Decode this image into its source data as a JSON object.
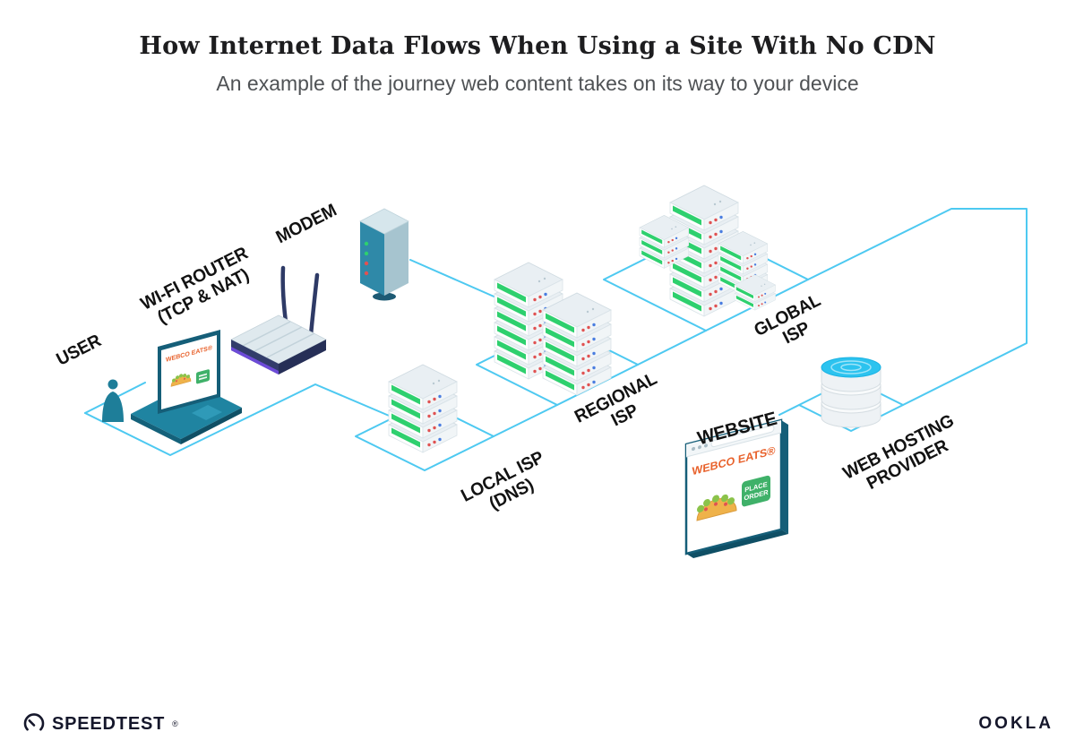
{
  "page": {
    "title": "How Internet Data Flows When Using a Site With No CDN",
    "subtitle": "An example of the journey web content takes on its way to your device"
  },
  "nodes": {
    "user": {
      "label": "USER"
    },
    "wifi_router": {
      "label": "WI-FI ROUTER",
      "sublabel": "(TCP & NAT)"
    },
    "modem": {
      "label": "MODEM"
    },
    "local_isp": {
      "label": "LOCAL ISP",
      "sublabel": "(DNS)"
    },
    "regional_isp": {
      "label": "REGIONAL",
      "sublabel": "ISP"
    },
    "global_isp": {
      "label": "GLOBAL",
      "sublabel": "ISP"
    },
    "website": {
      "label": "WEBSITE"
    },
    "web_hosting": {
      "label": "WEB HOSTING",
      "sublabel": "PROVIDER"
    }
  },
  "screens": {
    "laptop": {
      "brand": "WEBCO EATS®"
    },
    "website": {
      "brand": "WEBCO EATS®",
      "button_line1": "PLACE",
      "button_line2": "ORDER"
    }
  },
  "footer": {
    "speedtest": "SPEEDTEST",
    "speedtest_mark": "®",
    "ookla": "OOKLA"
  },
  "colors": {
    "line": "#4dc9f1",
    "teal": "#1f84a1",
    "green": "#2ed06e",
    "orange": "#e8622c",
    "ink": "#15172b"
  }
}
